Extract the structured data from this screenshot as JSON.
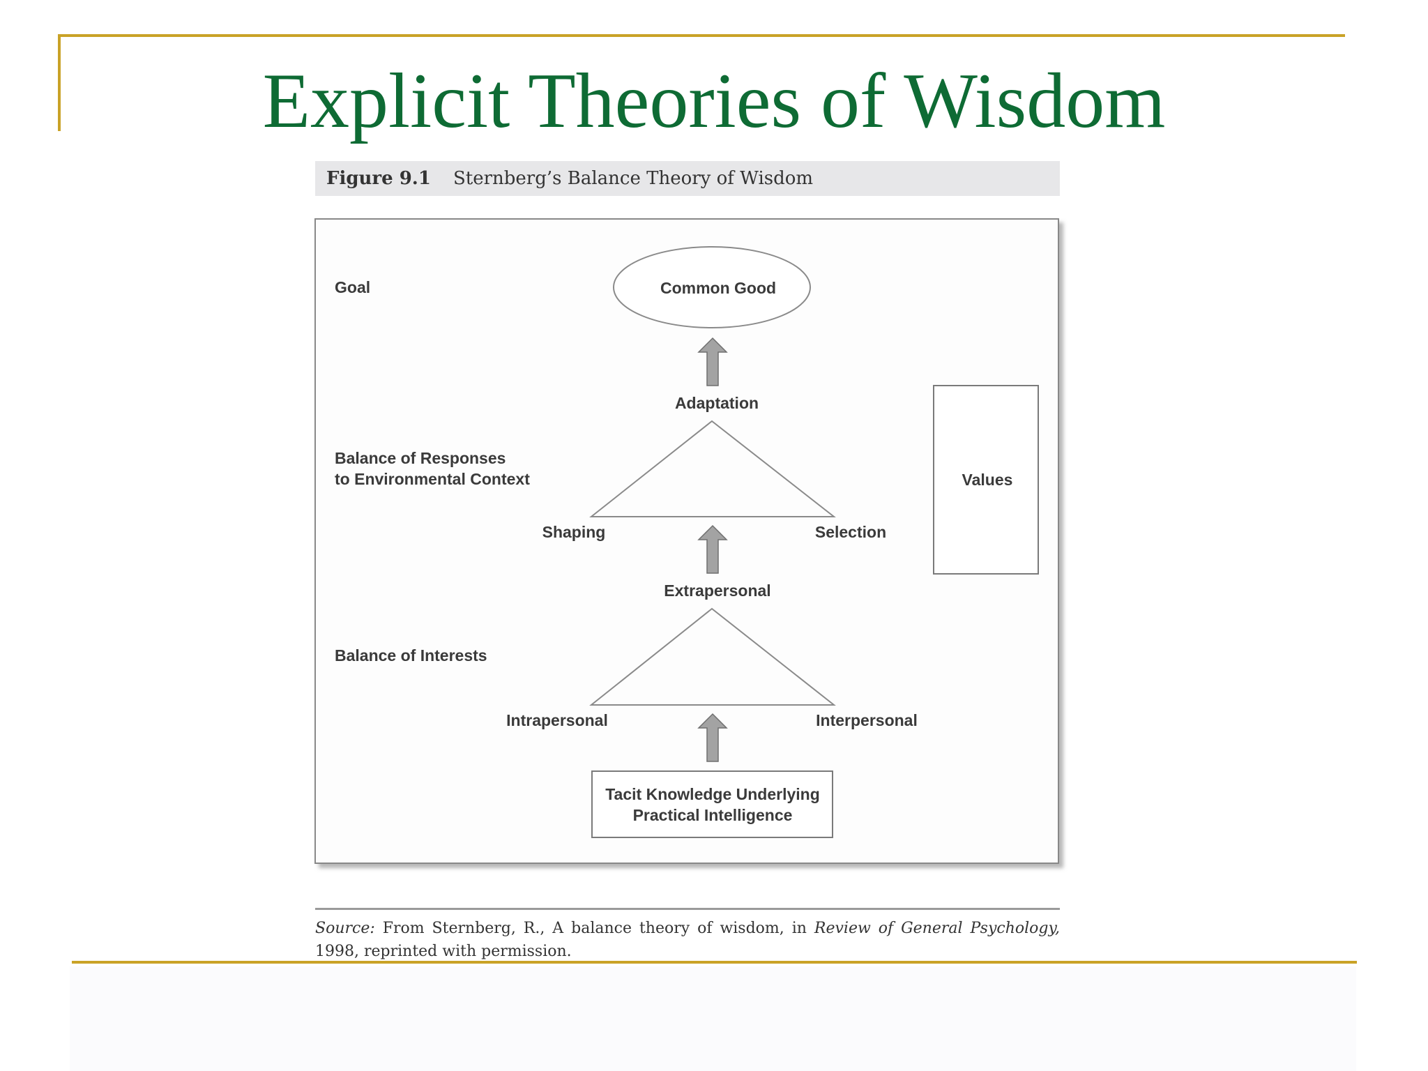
{
  "slide": {
    "title": "Explicit Theories of Wisdom"
  },
  "figure": {
    "number": "Figure 9.1",
    "caption": "Sternberg’s Balance Theory of Wisdom"
  },
  "diagram": {
    "row_labels": {
      "goal": "Goal",
      "balance_responses_line1": "Balance of Responses",
      "balance_responses_line2": "to Environmental Context",
      "balance_interests": "Balance of Interests"
    },
    "nodes": {
      "common_good": "Common Good",
      "adaptation": "Adaptation",
      "shaping": "Shaping",
      "selection": "Selection",
      "extrapersonal": "Extrapersonal",
      "intrapersonal": "Intrapersonal",
      "interpersonal": "Interpersonal",
      "tacit_line1": "Tacit Knowledge Underlying",
      "tacit_line2": "Practical Intelligence",
      "values": "Values"
    }
  },
  "source": {
    "label": "Source:",
    "text_before": " From Sternberg, R., A balance theory of wisdom, in ",
    "journal": "Review of General Psychology,",
    "text_after": " 1998, reprinted with permission."
  },
  "colors": {
    "title": "#0e6b34",
    "rule": "#c9a227",
    "arrow": "#a3a3a3"
  }
}
